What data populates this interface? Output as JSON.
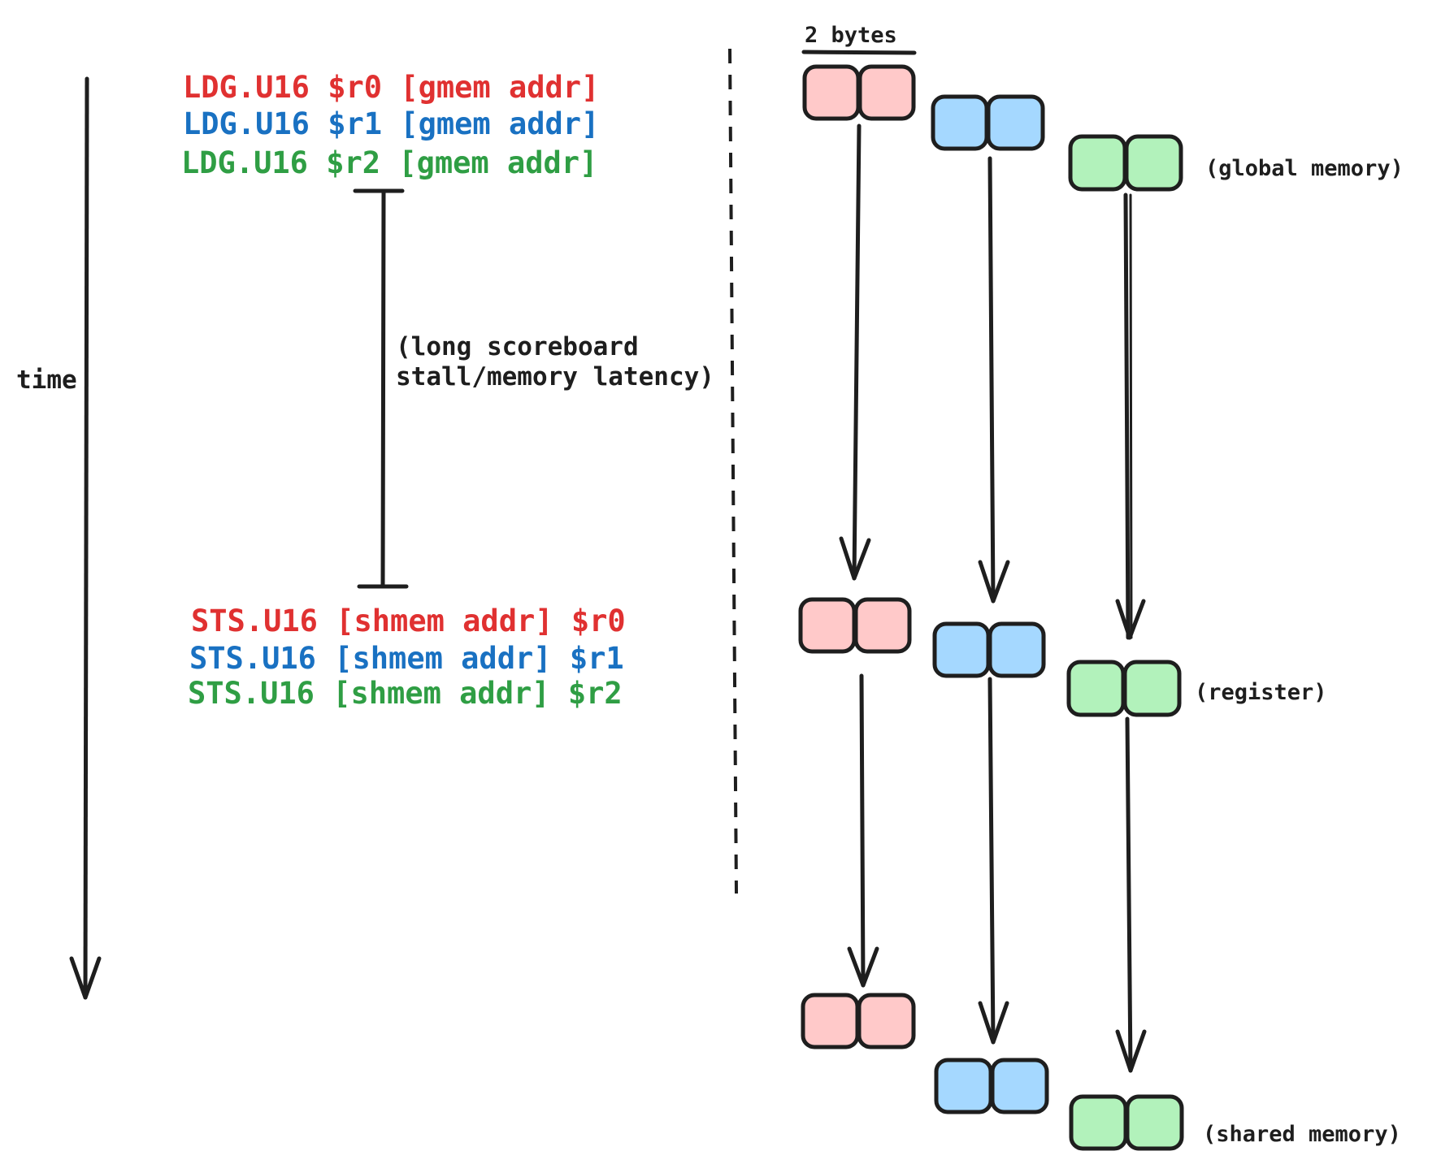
{
  "colors": {
    "red": "#e03131",
    "blue": "#1971c2",
    "green": "#2f9e44",
    "red_fill": "#ffc9c9",
    "blue_fill": "#a5d8ff",
    "green_fill": "#b2f2bb",
    "ink": "#1e1e1e"
  },
  "time_label": "time",
  "ldg_lines": [
    {
      "op": "LDG.U16",
      "reg": "$r0",
      "addr": "[gmem addr]"
    },
    {
      "op": "LDG.U16",
      "reg": "$r1",
      "addr": "[gmem addr]"
    },
    {
      "op": "LDG.U16",
      "reg": "$r2",
      "addr": "[gmem addr]"
    }
  ],
  "sts_lines": [
    {
      "op": "STS.U16",
      "addr": "[shmem addr]",
      "reg": "$r0"
    },
    {
      "op": "STS.U16",
      "addr": "[shmem addr]",
      "reg": "$r1"
    },
    {
      "op": "STS.U16",
      "addr": "[shmem addr]",
      "reg": "$r2"
    }
  ],
  "latency_note": [
    "(long scoreboard",
    "stall/memory latency)"
  ],
  "bytes_label": "2 bytes",
  "level_labels": {
    "global": "(global memory)",
    "register": "(register)",
    "shared": "(shared memory)"
  }
}
